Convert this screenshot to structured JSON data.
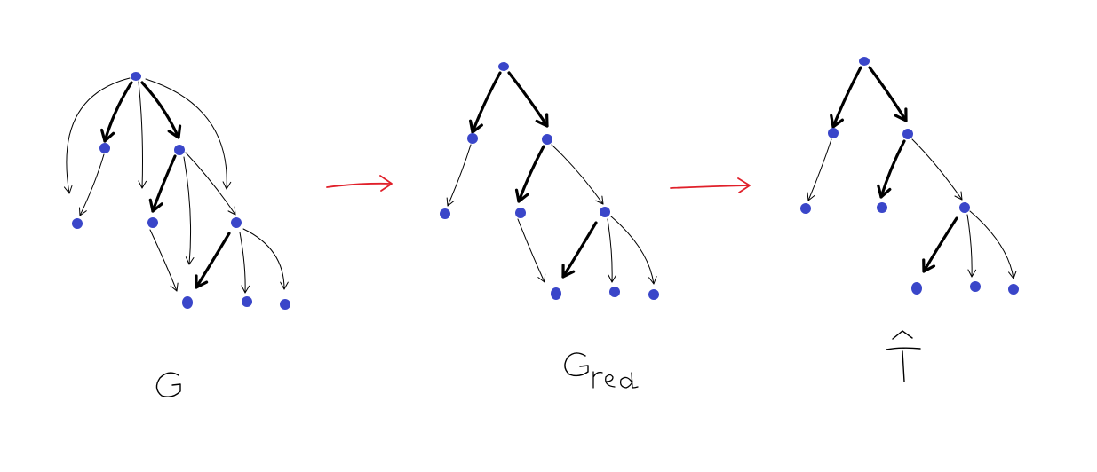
{
  "labels": {
    "g": "G",
    "g_red_main": "G",
    "g_red_sub": "red",
    "t_hat": "T"
  },
  "colors": {
    "node": "#3a46c9",
    "transition_arrow": "#e0202a",
    "edge": "#000000"
  }
}
